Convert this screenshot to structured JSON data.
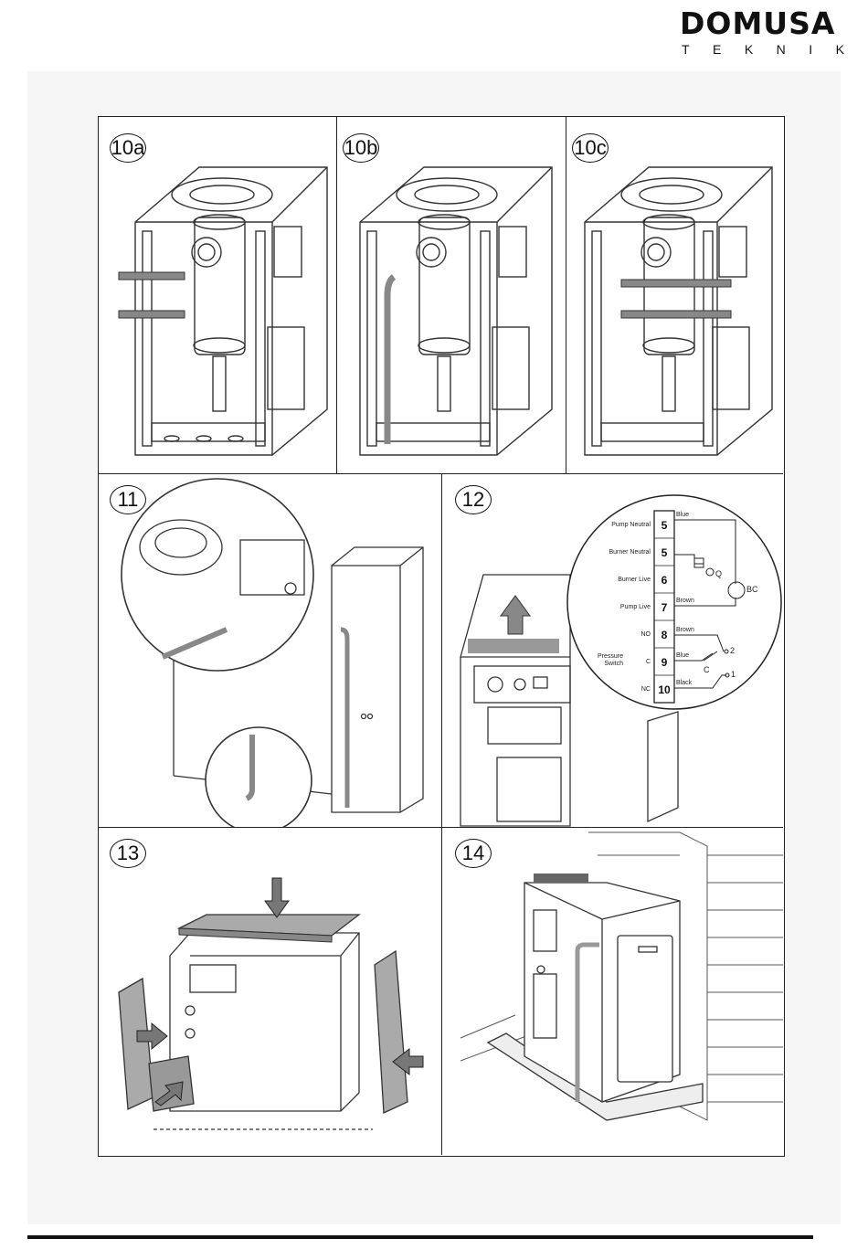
{
  "brand": {
    "name": "DOMUSA",
    "subtitle_letters": [
      "T",
      "E",
      "K",
      "N",
      "I",
      "K"
    ]
  },
  "steps": [
    {
      "label": "10a"
    },
    {
      "label": "10b"
    },
    {
      "label": "10c"
    },
    {
      "label": "11"
    },
    {
      "label": "12"
    },
    {
      "label": "13"
    },
    {
      "label": "14"
    }
  ],
  "wiring": {
    "terminals": [
      {
        "name": "Pump Neutral",
        "number": "5"
      },
      {
        "name": "Burner Neutral",
        "number": "5"
      },
      {
        "name": "Burner Live",
        "number": "6"
      },
      {
        "name": "Pump Live",
        "number": "7"
      },
      {
        "name": "NO",
        "number": "8"
      },
      {
        "name": "C",
        "number": "9"
      },
      {
        "name": "NC",
        "number": "10"
      }
    ],
    "pressure_switch_label": "Pressure Switch",
    "wire_colors": [
      "Blue",
      "Brown",
      "Brown",
      "Blue",
      "Black"
    ],
    "component_pump": "BC",
    "component_burner": "Q",
    "switch_contacts": {
      "common": "C",
      "contact1": "1",
      "contact2": "2"
    }
  }
}
